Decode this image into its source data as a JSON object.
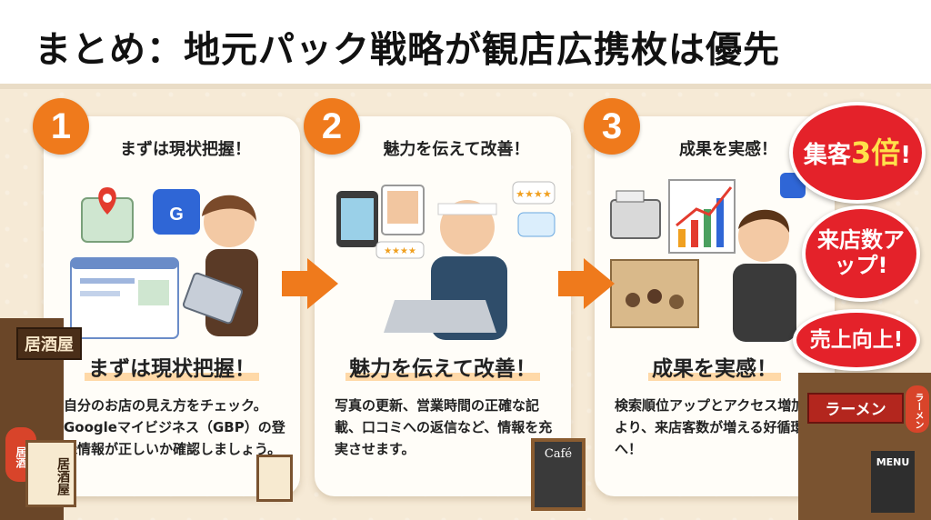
{
  "header": {
    "title": "まとめ：地元パック戦略が観店広携枚は優先"
  },
  "steps": [
    {
      "number": "1",
      "heading": "まずは現状把握！",
      "subtitle": "まずは現状把握！",
      "body": "自分のお店の見え方をチェック。Googleマイビジネス（GBP）の登録情報が正しいか確認しましょう。"
    },
    {
      "number": "2",
      "heading": "魅力を伝えて改善！",
      "subtitle": "魅力を伝えて改善！",
      "body": "写真の更新、営業時間の正確な記載、口コミへの返信など、情報を充実させます。"
    },
    {
      "number": "3",
      "heading": "成果を実感！",
      "subtitle": "成果を実感！",
      "body": "検索順位アップとアクセス増加により、来店客数が増える好循環へ！"
    }
  ],
  "badges": {
    "b1_prefix": "集客",
    "b1_highlight": "3倍",
    "b1_suffix": "!",
    "b2": "来店数アップ!",
    "b3": "売上向上!"
  },
  "scenery": {
    "izakaya_sign": "居酒屋",
    "izakaya_lantern": "居酒",
    "izakaya_board": "居酒屋",
    "cafe_board": "Café",
    "ramen_sign": "ラーメン",
    "ramen_lantern": "ラーメン",
    "menu_board": "MENU"
  },
  "colors": {
    "accent_orange": "#ef7a1c",
    "badge_red": "#e4222a",
    "background": "#f6ead6"
  }
}
